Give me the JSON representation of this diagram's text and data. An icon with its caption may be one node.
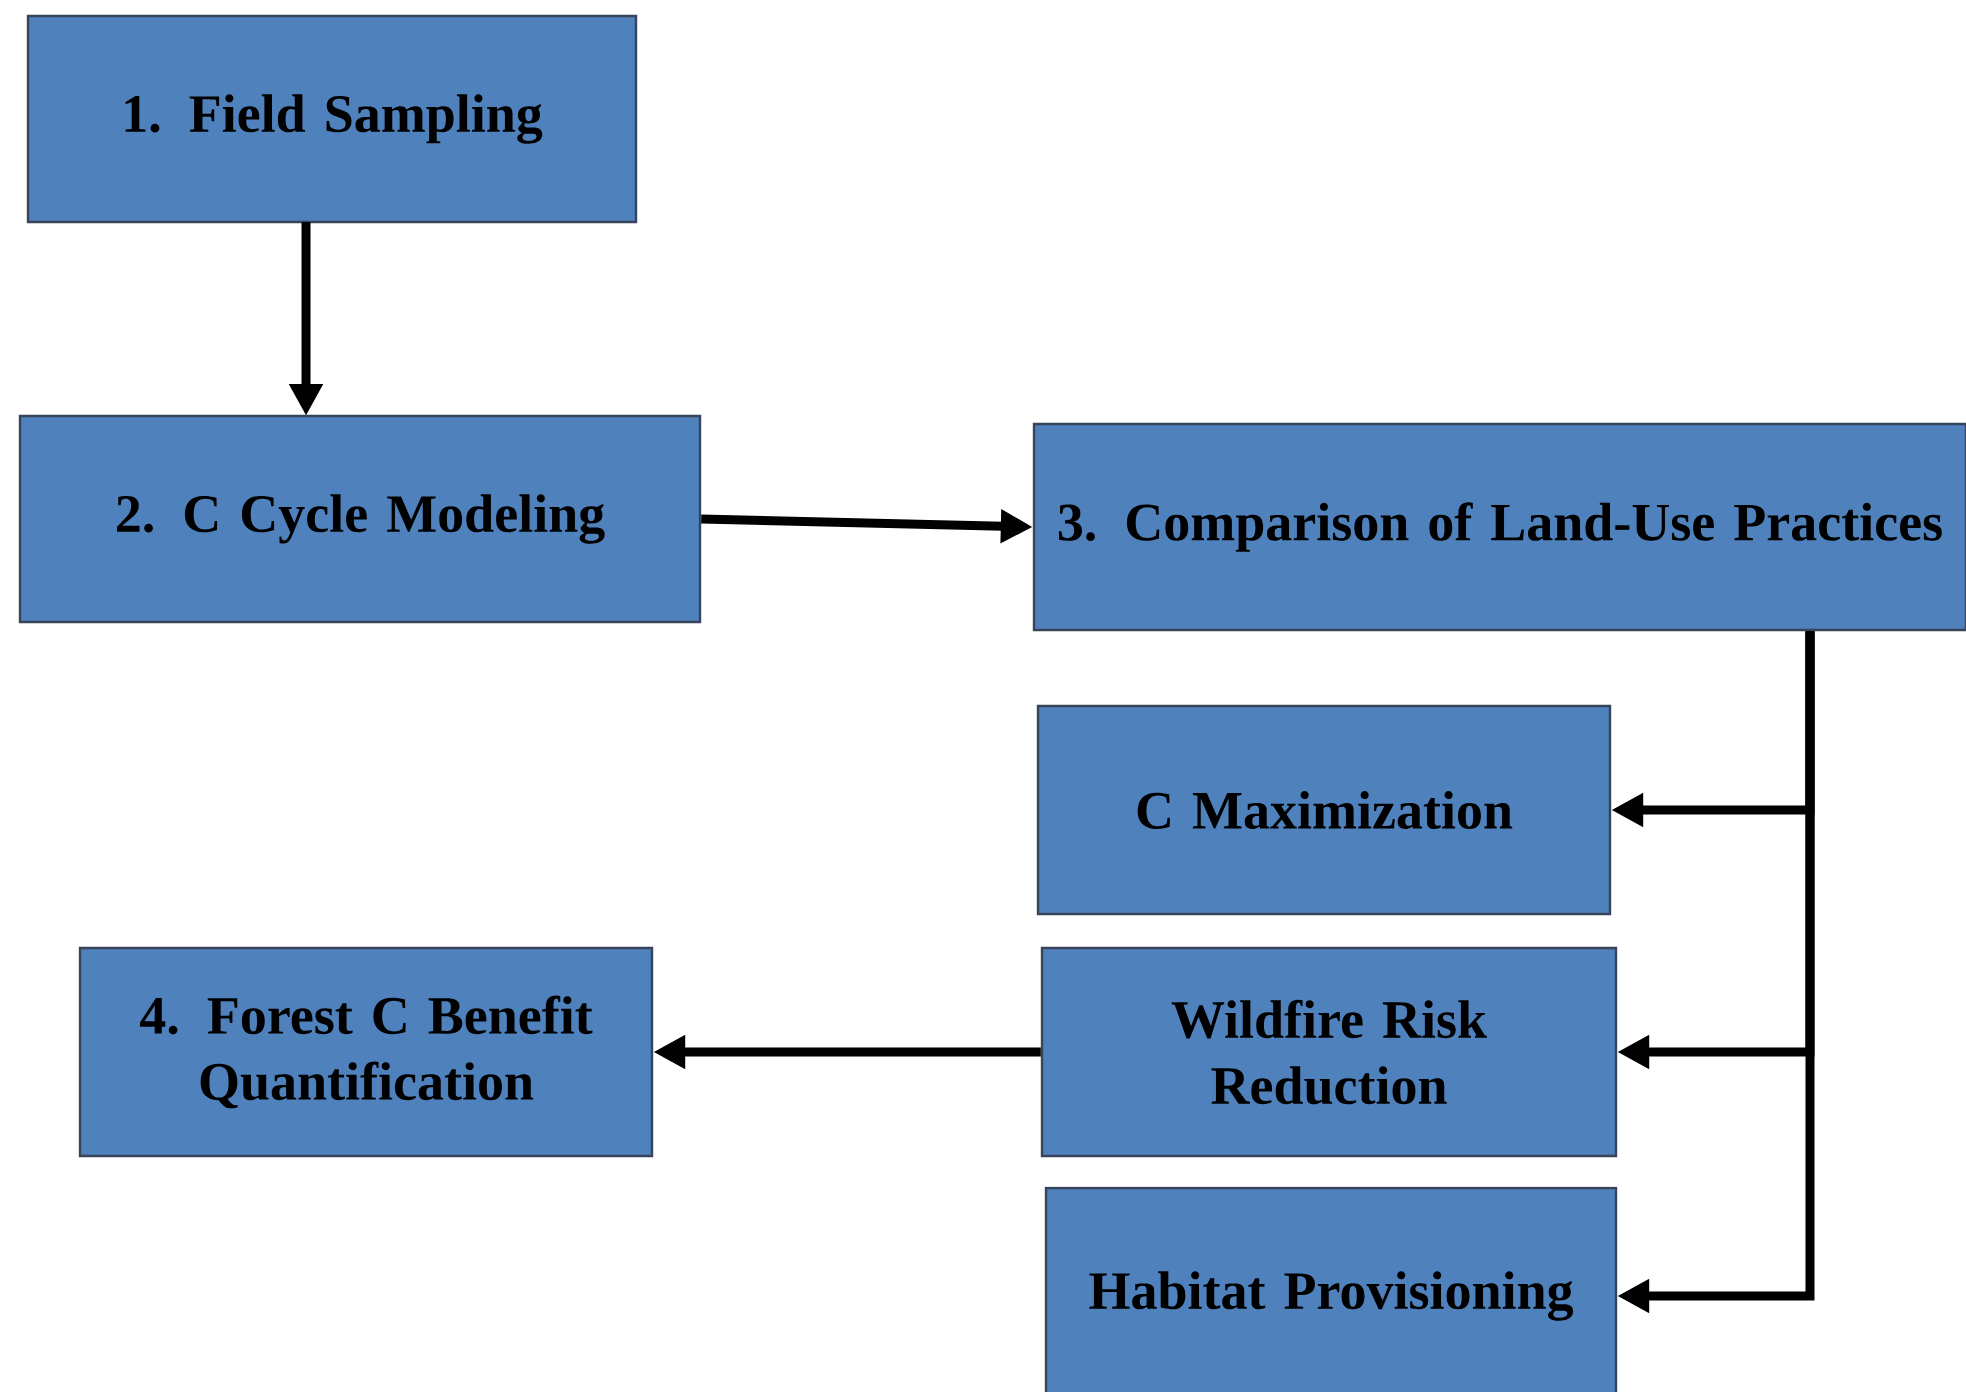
{
  "diagram": {
    "nodes": [
      {
        "text": [
          "1. Field Sampling"
        ]
      },
      {
        "text": [
          "2. C Cycle Modeling"
        ]
      },
      {
        "text": [
          "3. Comparison of Land-Use Practices"
        ]
      },
      {
        "text": [
          "C Maximization"
        ]
      },
      {
        "text": [
          "Wildfire Risk Reduction"
        ]
      },
      {
        "text": [
          "Habitat Provisioning"
        ]
      },
      {
        "text": [
          "4. Forest C Benefit Quantification"
        ]
      }
    ],
    "edges": [
      {
        "from": 0,
        "to": 1,
        "arrow": "to"
      },
      {
        "from": 1,
        "to": 2,
        "arrow": "to"
      },
      {
        "from": 2,
        "to": 3,
        "arrow": "to"
      },
      {
        "from": 2,
        "to": 4,
        "arrow": "to"
      },
      {
        "from": 2,
        "to": 5,
        "arrow": "to"
      },
      {
        "from": 4,
        "to": 6,
        "arrow": "to"
      }
    ]
  }
}
